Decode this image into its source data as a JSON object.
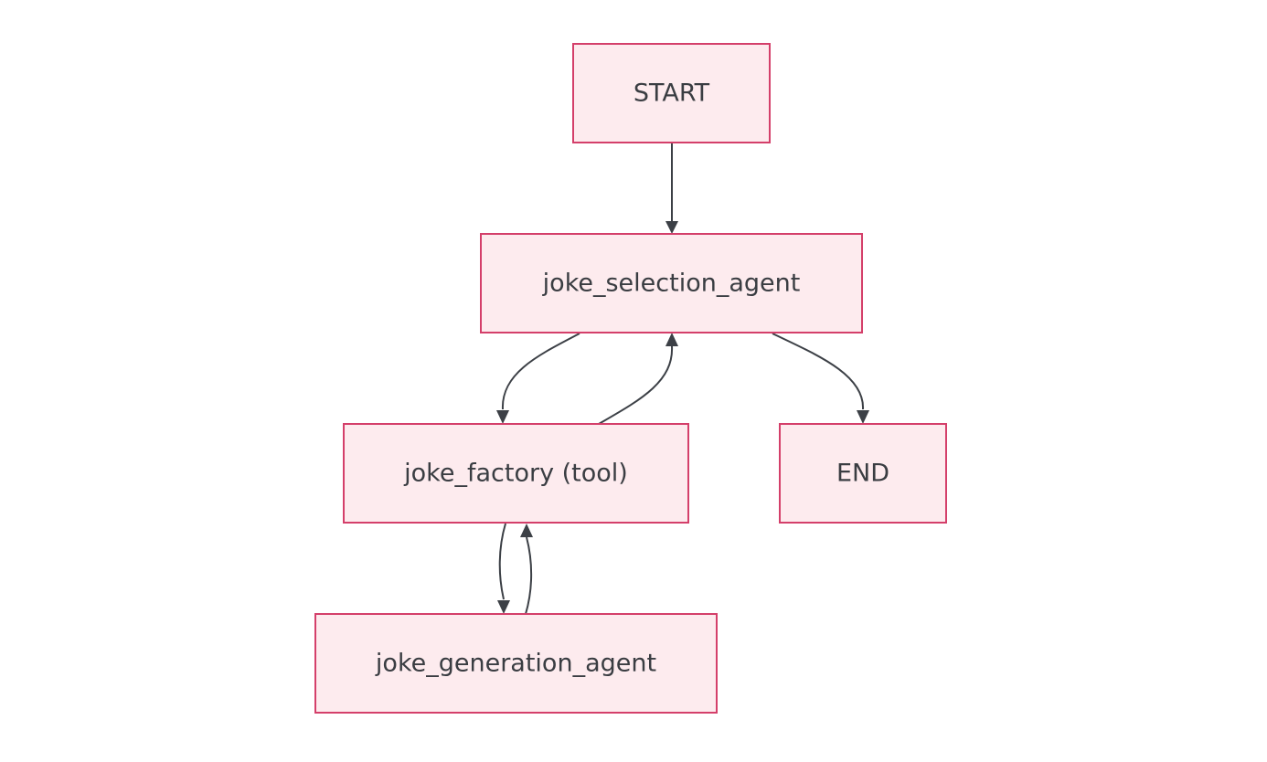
{
  "diagram": {
    "type": "flowchart",
    "nodes": {
      "start": "START",
      "joke_selection_agent": "joke_selection_agent",
      "joke_factory": "joke_factory (tool)",
      "end": "END",
      "joke_generation_agent": "joke_generation_agent"
    },
    "edges": [
      {
        "from": "START",
        "to": "joke_selection_agent"
      },
      {
        "from": "joke_selection_agent",
        "to": "joke_factory (tool)"
      },
      {
        "from": "joke_factory (tool)",
        "to": "joke_selection_agent"
      },
      {
        "from": "joke_selection_agent",
        "to": "END"
      },
      {
        "from": "joke_factory (tool)",
        "to": "joke_generation_agent"
      },
      {
        "from": "joke_generation_agent",
        "to": "joke_factory (tool)"
      }
    ],
    "colors": {
      "node_fill": "#fdebee",
      "node_border": "#d43f6a",
      "edge": "#3c4046",
      "text": "#3a3d42"
    }
  }
}
